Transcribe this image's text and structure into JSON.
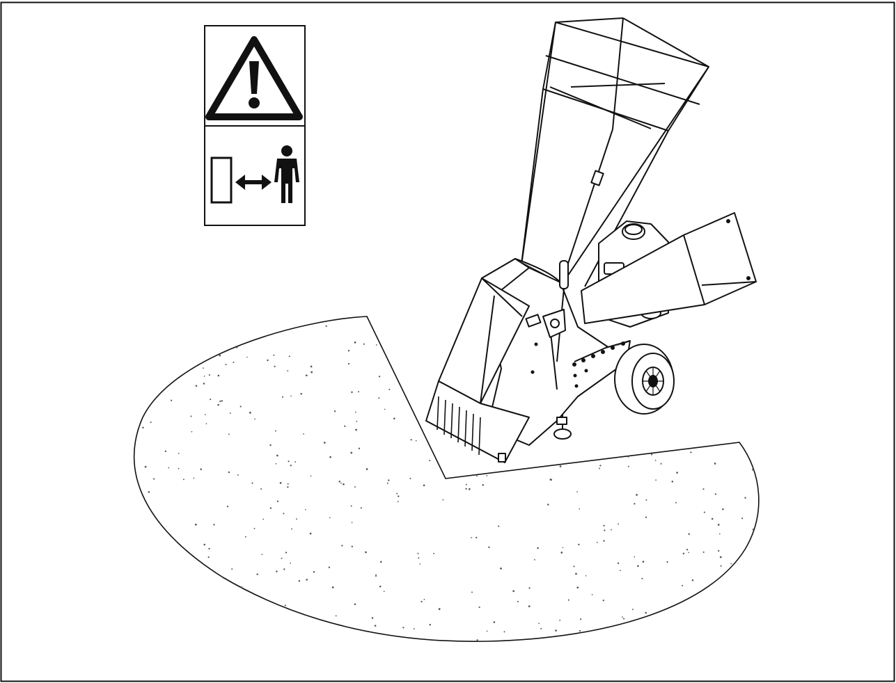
{
  "figure": {
    "subject": "wood-chipper-machine",
    "elements": [
      "warning-triangle-icon",
      "keep-distance-pictogram",
      "safety-zone-area",
      "feed-hopper",
      "discharge-chute",
      "engine",
      "wheel"
    ]
  },
  "colors": {
    "line": "#111111",
    "background": "#ffffff",
    "stipple": "#555555"
  }
}
